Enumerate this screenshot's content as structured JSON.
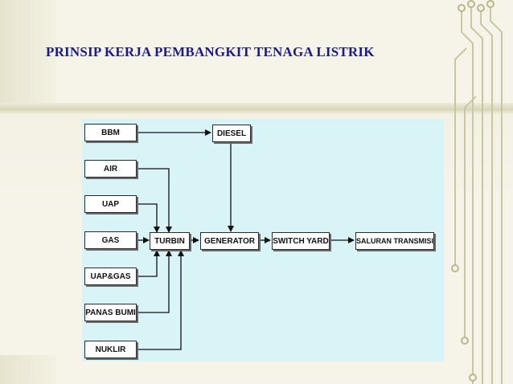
{
  "slide": {
    "title": "PRINSIP KERJA PEMBANGKIT TENAGA LISTRIK"
  },
  "diagram": {
    "nodes": {
      "bbm": "BBM",
      "air": "AIR",
      "uap": "UAP",
      "gas": "GAS",
      "uap_gas": "UAP&GAS",
      "panas_bumi": "PANAS BUMI",
      "nuklir": "NUKLIR",
      "diesel": "DIESEL",
      "turbin": "TURBIN",
      "generator": "GENERATOR",
      "switch_yard": "SWITCH YARD",
      "saluran_transmisi": "SALURAN TRANSMISI"
    },
    "edges": [
      {
        "from": "BBM",
        "to": "DIESEL"
      },
      {
        "from": "AIR",
        "to": "TURBIN"
      },
      {
        "from": "UAP",
        "to": "TURBIN"
      },
      {
        "from": "GAS",
        "to": "TURBIN"
      },
      {
        "from": "UAP&GAS",
        "to": "TURBIN"
      },
      {
        "from": "PANAS BUMI",
        "to": "TURBIN"
      },
      {
        "from": "NUKLIR",
        "to": "TURBIN"
      },
      {
        "from": "DIESEL",
        "to": "GENERATOR"
      },
      {
        "from": "TURBIN",
        "to": "GENERATOR"
      },
      {
        "from": "GENERATOR",
        "to": "SWITCH YARD"
      },
      {
        "from": "SWITCH YARD",
        "to": "SALURAN TRANSMISI"
      }
    ]
  },
  "colors": {
    "title": "#1a1a8a",
    "panel": "#d9f4f6",
    "circuit": "#c9c79f"
  }
}
